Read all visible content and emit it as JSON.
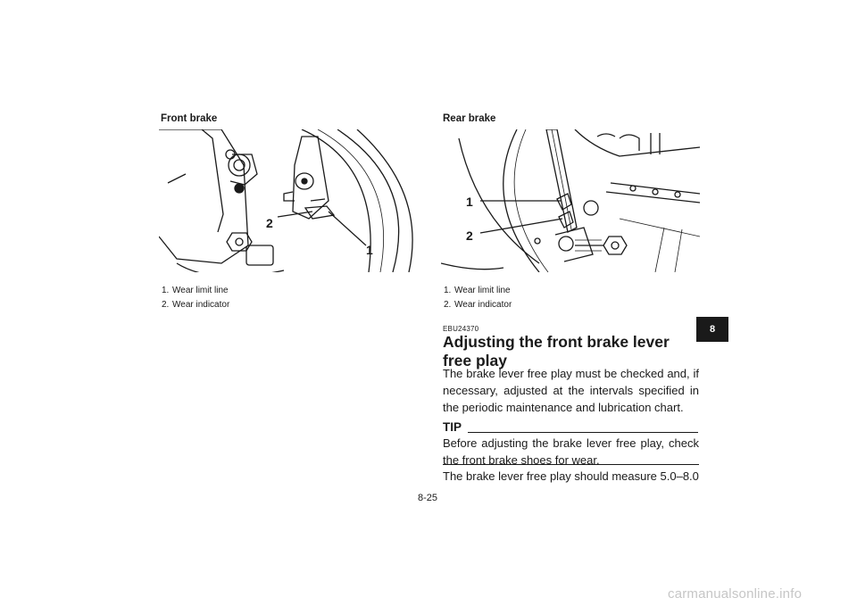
{
  "front": {
    "title": "Front brake",
    "callouts": [
      "1",
      "2"
    ],
    "legend": [
      {
        "num": "1.",
        "text": "Wear limit line"
      },
      {
        "num": "2.",
        "text": "Wear indicator"
      }
    ]
  },
  "rear": {
    "title": "Rear brake",
    "callouts": [
      "1",
      "2"
    ],
    "legend": [
      {
        "num": "1.",
        "text": "Wear limit line"
      },
      {
        "num": "2.",
        "text": "Wear indicator"
      }
    ]
  },
  "section": {
    "code": "EBU24370",
    "heading": "Adjusting the front brake lever free play",
    "intro": "The brake lever free play must be checked and, if necessary, adjusted at the intervals specified in the periodic maintenance and lubrication chart.",
    "tip_label": "TIP",
    "tip_text": "Before adjusting the brake lever free play, check the front brake shoes for wear.",
    "continued": "The brake lever free play should measure 5.0–8.0"
  },
  "chapter_tab": "8",
  "page_number": "8-25",
  "watermark": "carmanualsonline.info"
}
